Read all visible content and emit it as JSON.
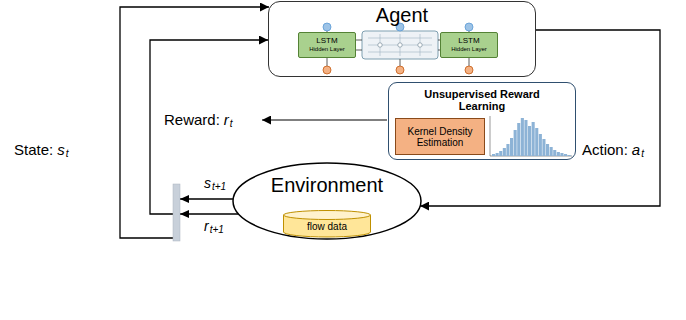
{
  "diagram": {
    "nodes": [
      {
        "text": [
          "Agent"
        ]
      },
      {
        "text": [
          "LSTM",
          "Hidden Layer"
        ],
        "in": 0
      },
      {
        "text": [
          "LSTM",
          "Hidden Layer"
        ],
        "in": 0
      },
      {
        "text": [
          "Unsupervised Reward Learning"
        ]
      },
      {
        "text": [
          "Kernel Density Estimation"
        ],
        "in": 3
      },
      {
        "text": [
          "Environment"
        ]
      },
      {
        "text": [
          "flow data"
        ],
        "in": 5
      }
    ],
    "edges": [
      {
        "from": 0,
        "to": 5,
        "arrow": "to"
      },
      {
        "from": 5,
        "to": 0,
        "arrow": "to"
      },
      {
        "from": 5,
        "to": 0,
        "arrow": "to"
      }
    ],
    "labels": [
      "State:",
      "s",
      "t",
      "Reward:",
      "r",
      "t",
      "Action:",
      "a",
      "t",
      "s",
      "t+1",
      "r",
      "t+1"
    ]
  }
}
